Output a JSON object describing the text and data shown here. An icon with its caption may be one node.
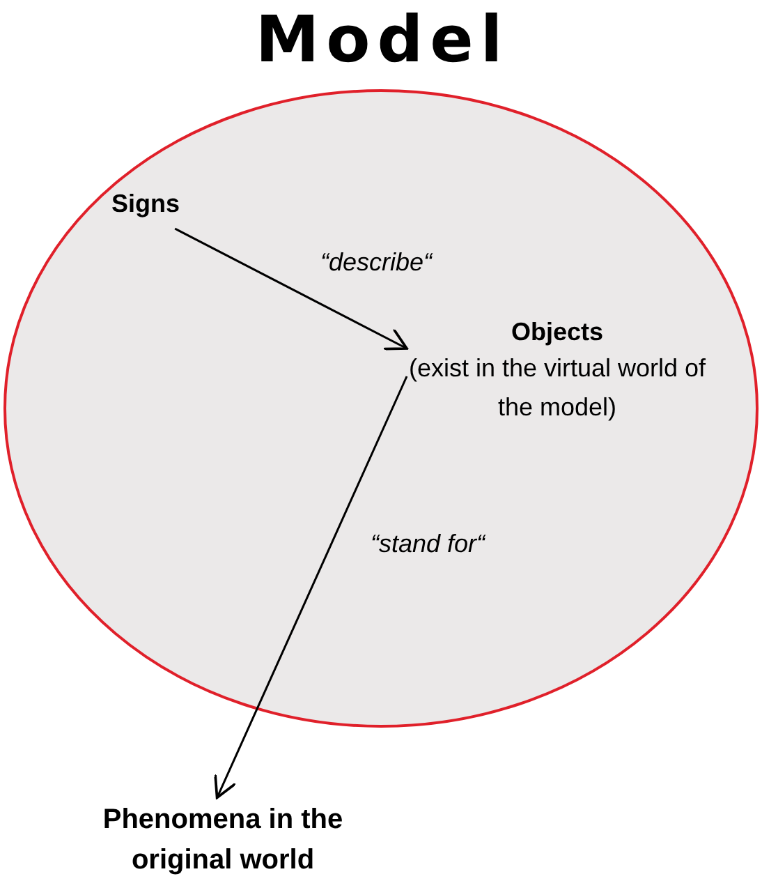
{
  "diagram": {
    "nodes": [
      {
        "text": [
          "Model"
        ]
      },
      {
        "text": [
          "Signs"
        ],
        "in": 0
      },
      {
        "text": [
          "Objects",
          "(exist in the virtual world of the model)"
        ],
        "in": 0
      },
      {
        "text": [
          "Phenomena in the original world"
        ]
      }
    ],
    "edges": [
      {
        "from": 1,
        "to": 2,
        "arrow": "to",
        "label": "“describe“"
      },
      {
        "from": 2,
        "to": 3,
        "arrow": "to",
        "label": "“stand for“"
      }
    ]
  }
}
